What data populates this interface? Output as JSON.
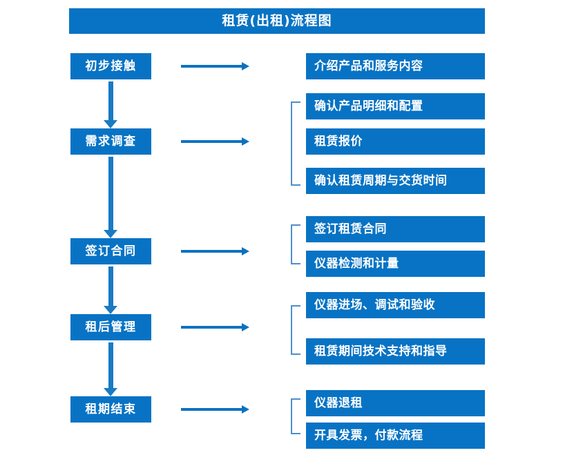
{
  "diagram": {
    "title": "租赁(出租)流程图",
    "accent_color": "#0873c4",
    "bracket_color": "#4e8ecb",
    "arrow_color": "#0b72bf",
    "background_color": "#ffffff"
  },
  "stages": [
    {
      "label": "初步接触"
    },
    {
      "label": "需求调查"
    },
    {
      "label": "签订合同"
    },
    {
      "label": "租后管理"
    },
    {
      "label": "租期结束"
    }
  ],
  "details": [
    {
      "label": "介绍产品和服务内容"
    },
    {
      "label": "确认产品明细和配置"
    },
    {
      "label": "租赁报价"
    },
    {
      "label": "确认租赁周期与交货时间"
    },
    {
      "label": "签订租赁合同"
    },
    {
      "label": "仪器检测和计量"
    },
    {
      "label": "仪器进场、调试和验收"
    },
    {
      "label": "租赁期间技术支持和指导"
    },
    {
      "label": "仪器退租"
    },
    {
      "label": "开具发票，付款流程"
    }
  ],
  "flow": {
    "down_arrow_icon": "arrow-down-icon",
    "right_arrow_icon": "arrow-right-icon",
    "bracket_icon": "group-bracket-icon"
  }
}
